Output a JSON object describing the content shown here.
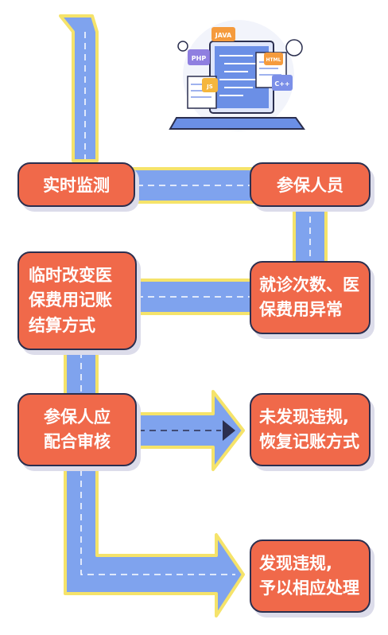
{
  "illustration": {
    "languages": [
      "JAVA",
      "PHP",
      "HTML",
      "JS",
      "C++"
    ],
    "colors": {
      "java": "#f59b3d",
      "php": "#8f7fe0",
      "html": "#f59b3d",
      "js": "#f5b63d",
      "cpp": "#7b8fe8",
      "laptop": "#6b8fe6"
    }
  },
  "colors": {
    "box": "#f0694a",
    "pipe": "#7fa3ee",
    "pipe_border": "#f5e36a",
    "arrow_tip": "#2b2f4f",
    "text": "#ffffff"
  },
  "boxes": {
    "realtime_monitor": {
      "label": "实时监测"
    },
    "insured_person": {
      "label": "参保人员"
    },
    "temp_change": {
      "lines": [
        "临时改变医",
        "保费用记账",
        "结算方式"
      ]
    },
    "abnormal": {
      "lines": [
        "就诊次数、医",
        "保费用异常"
      ]
    },
    "cooperate": {
      "lines": [
        "参保人应",
        "配合审核"
      ]
    },
    "no_violation": {
      "lines": [
        "未发现违规,",
        "恢复记账方式"
      ]
    },
    "violation": {
      "lines": [
        "发现违规,",
        "予以相应处理"
      ]
    }
  }
}
